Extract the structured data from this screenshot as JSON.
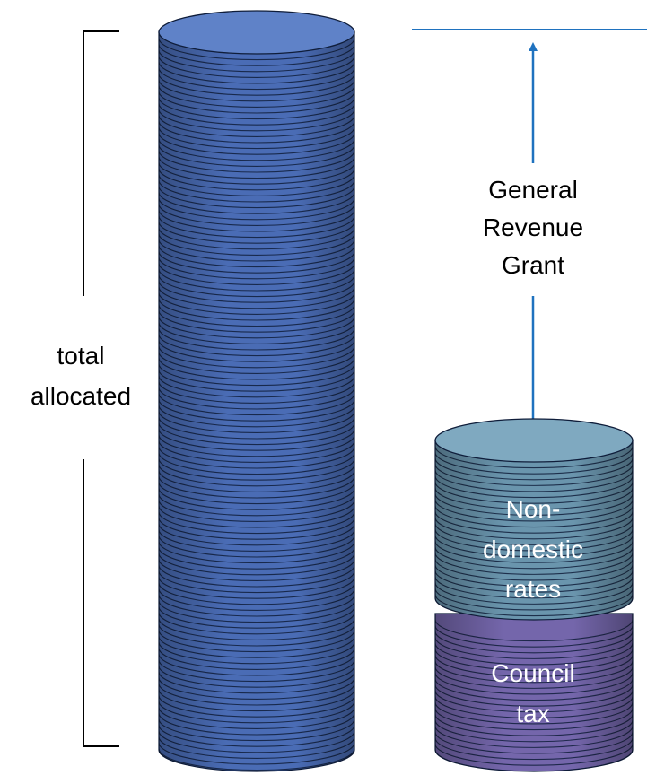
{
  "labels": {
    "total": [
      "total",
      "allocated"
    ],
    "grant": [
      "General",
      "Revenue",
      "Grant"
    ],
    "nondomestic": [
      "Non-",
      "domestic",
      "rates"
    ],
    "council": [
      "Council",
      "tax"
    ]
  },
  "colors": {
    "tall_stack": "#4a6cb5",
    "tall_stack_top": "#5f82c8",
    "nondomestic_stack": "#6a95ad",
    "nondomestic_top": "#7fa9c0",
    "council_stack": "#7466ab",
    "coin_edge": "#0f1d3a",
    "arrow": "#1f72bf",
    "bracket": "#000000",
    "text": "#000000",
    "text_inverse": "#ffffff"
  },
  "icons": {
    "grant_arrow": "double-headed-arrow-icon",
    "total_bracket": "bracket-icon"
  }
}
